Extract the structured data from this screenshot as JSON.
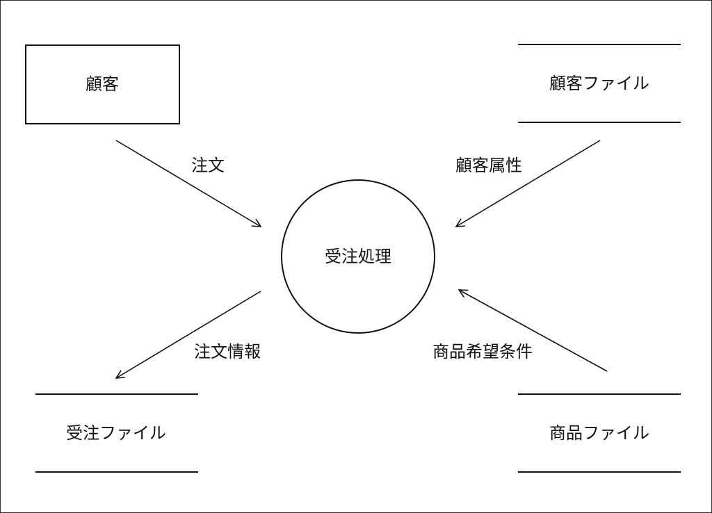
{
  "diagram": {
    "external_entity": {
      "customer": "顧客"
    },
    "process": {
      "order_processing": "受注処理"
    },
    "data_stores": {
      "customer_file": "顧客ファイル",
      "order_file": "受注ファイル",
      "product_file": "商品ファイル"
    },
    "flows": {
      "order": "注文",
      "customer_attributes": "顧客属性",
      "order_info": "注文情報",
      "product_request_conditions": "商品希望条件"
    }
  },
  "colors": {
    "line": "#111111",
    "background": "#ffffff",
    "frame": "#333333"
  }
}
